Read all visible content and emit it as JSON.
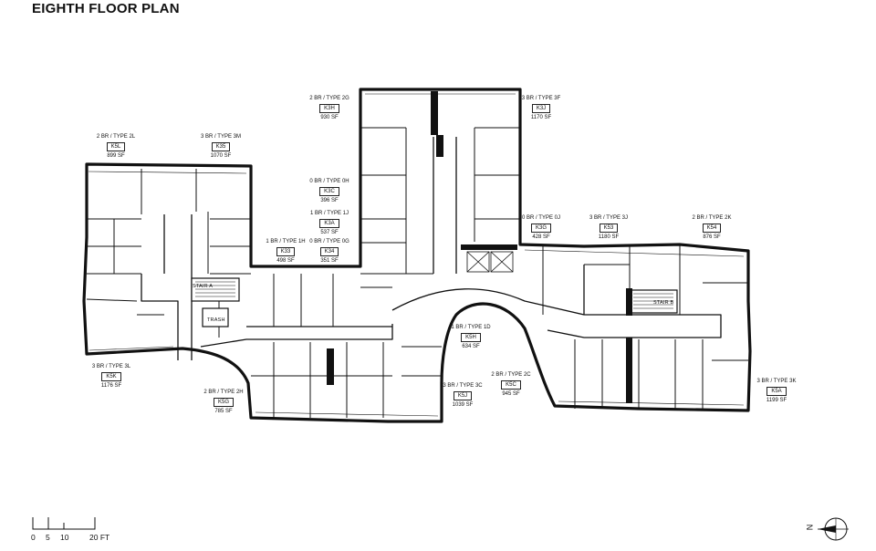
{
  "title": "EIGHTH FLOOR PLAN",
  "units": [
    {
      "type": "2 BR / TYPE 2L",
      "id": "K5L",
      "area": "899 SF"
    },
    {
      "type": "3 BR / TYPE 3M",
      "id": "K35",
      "area": "1070 SF"
    },
    {
      "type": "2 BR / TYPE 2G",
      "id": "K3H",
      "area": "930 SF"
    },
    {
      "type": "3 BR / TYPE 3F",
      "id": "K3J",
      "area": "1170 SF"
    },
    {
      "type": "0 BR / TYPE 0H",
      "id": "K3C",
      "area": "396 SF"
    },
    {
      "type": "1 BR / TYPE 1J",
      "id": "K3A",
      "area": "537 SF"
    },
    {
      "type": "1 BR / TYPE 1H",
      "id": "K33",
      "area": "498 SF"
    },
    {
      "type": "0 BR / TYPE 0G",
      "id": "K34",
      "area": "351 SF"
    },
    {
      "type": "0 BR / TYPE 0J",
      "id": "K3G",
      "area": "428 SF"
    },
    {
      "type": "3 BR / TYPE 3J",
      "id": "K53",
      "area": "1180 SF"
    },
    {
      "type": "2 BR / TYPE 2K",
      "id": "K54",
      "area": "876 SF"
    },
    {
      "type": "3 BR / TYPE 3L",
      "id": "K5K",
      "area": "1176 SF"
    },
    {
      "type": "2 BR / TYPE 2H",
      "id": "K5G",
      "area": "785 SF"
    },
    {
      "type": "1 BR / TYPE 1D",
      "id": "K5H",
      "area": "634 SF"
    },
    {
      "type": "3 BR / TYPE 3C",
      "id": "K5J",
      "area": "1039 SF"
    },
    {
      "type": "2 BR / TYPE 2C",
      "id": "K5C",
      "area": "945 SF"
    },
    {
      "type": "3 BR / TYPE 3K",
      "id": "K5A",
      "area": "1199 SF"
    }
  ],
  "rooms": {
    "stair_a": "STAIR A",
    "stair_b": "STAIR B",
    "trash": "TRASH"
  },
  "scale_bar": {
    "ticks": [
      "0",
      "5",
      "10",
      "20 FT"
    ]
  },
  "north": {
    "label": "N"
  }
}
